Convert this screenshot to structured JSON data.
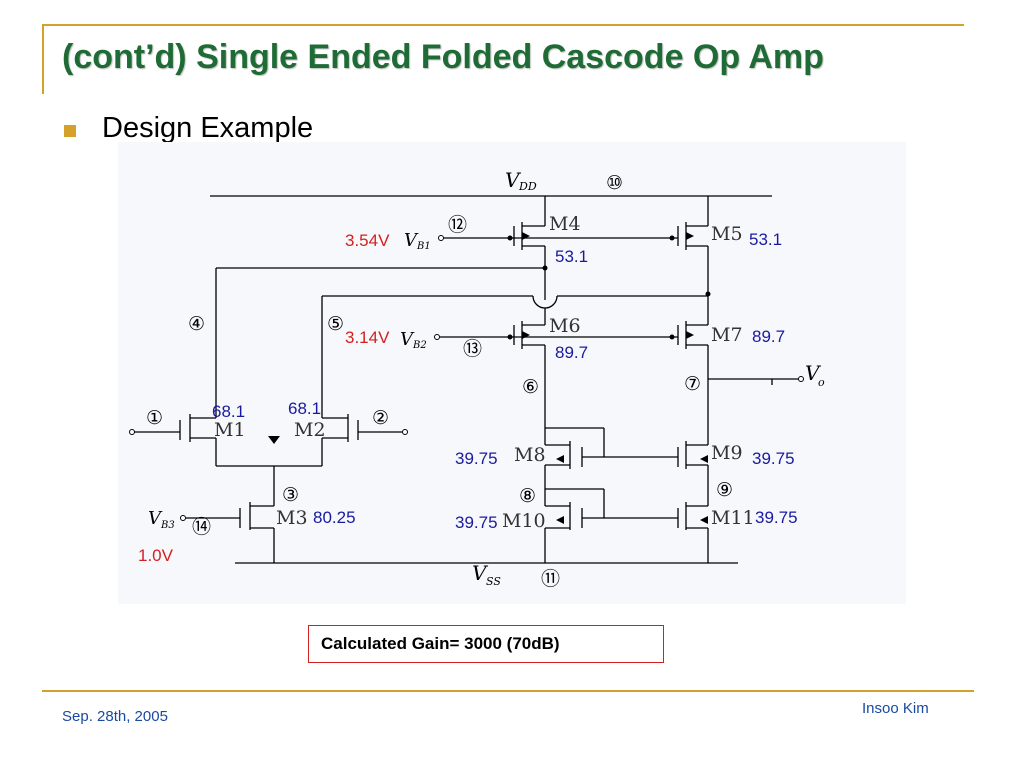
{
  "slide": {
    "title": "(cont’d) Single Ended Folded Cascode Op Amp",
    "bullet": "Design Example",
    "footer_left": "Sep. 28th, 2005",
    "footer_right": "Insoo Kim",
    "gain_label": "Calculated Gain= 3000 (70dB)"
  },
  "circuit": {
    "supply_top": "V",
    "supply_top_sub": "DD",
    "supply_bottom": "V",
    "supply_bottom_sub": "SS",
    "output": "V",
    "output_sub": "o",
    "bias": [
      {
        "name": "V",
        "sub": "B1",
        "value": "3.54V"
      },
      {
        "name": "V",
        "sub": "B2",
        "value": "3.14V"
      },
      {
        "name": "V",
        "sub": "B3",
        "value": "1.0V"
      }
    ],
    "transistors": [
      "M1",
      "M2",
      "M3",
      "M4",
      "M5",
      "M6",
      "M7",
      "M8",
      "M9",
      "M10",
      "M11"
    ],
    "nodes": [
      "①",
      "②",
      "③",
      "④",
      "⑤",
      "⑥",
      "⑦",
      "⑧",
      "⑨",
      "⑩",
      "⑪",
      "⑫",
      "⑬",
      "⑭"
    ],
    "values": {
      "m1": "68.1",
      "m2": "68.1",
      "m3": "80.25",
      "m4": "53.1",
      "m5": "53.1",
      "m6": "89.7",
      "m7": "89.7",
      "m8": "39.75",
      "m9": "39.75",
      "m10": "39.75",
      "m11": "39.75"
    }
  },
  "colors": {
    "title": "#1f6b36",
    "accent": "#d4a12a",
    "value_blue": "#1a1aa0",
    "value_red": "#d42020",
    "diagram_bg": "#f7f8fb",
    "footer": "#1a4aa0"
  }
}
